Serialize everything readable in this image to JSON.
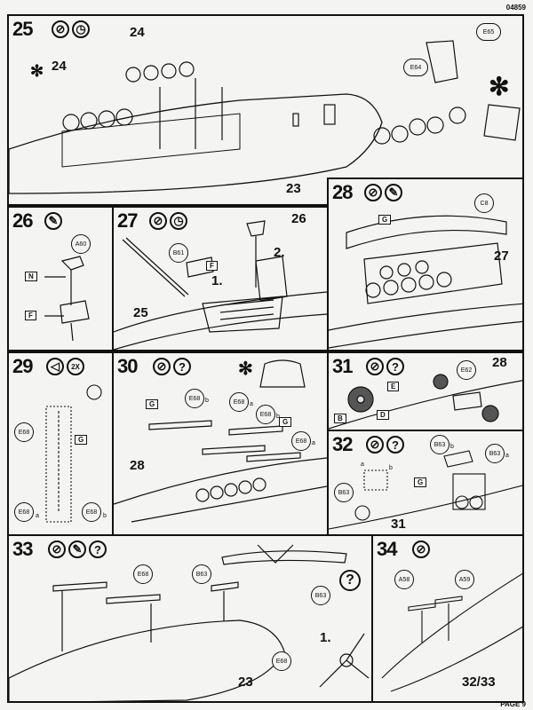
{
  "document": {
    "number": "04859",
    "page": "PAGE 9"
  },
  "steps": {
    "s25": {
      "num": "25",
      "labels": [
        "24",
        "24",
        "23"
      ],
      "parts": [
        "E65",
        "E64"
      ]
    },
    "s26": {
      "num": "26",
      "parts": [
        "A60"
      ],
      "flags": [
        "N",
        "F"
      ]
    },
    "s27": {
      "num": "27",
      "labels": [
        "26",
        "2.",
        "1.",
        "25"
      ],
      "parts": [
        "B61"
      ],
      "flags": [
        "F"
      ]
    },
    "s28": {
      "num": "28",
      "labels": [
        "27"
      ],
      "parts": [
        "C8"
      ],
      "flags": [
        "G"
      ]
    },
    "s29": {
      "num": "29",
      "multiplier": "2X",
      "parts": [
        "E68",
        "E68",
        "E68"
      ],
      "sub": [
        "a",
        "b"
      ],
      "flags": [
        "G"
      ]
    },
    "s30": {
      "num": "30",
      "labels": [
        "28"
      ],
      "parts": [
        "E68",
        "E68",
        "E68",
        "E68"
      ],
      "sub": [
        "b",
        "a",
        "b",
        "a"
      ],
      "flags": [
        "G",
        "G"
      ]
    },
    "s31": {
      "num": "31",
      "labels": [
        "28"
      ],
      "parts": [
        "E62"
      ],
      "flags": [
        "E",
        "B",
        "D"
      ]
    },
    "s32": {
      "num": "32",
      "labels": [
        "31"
      ],
      "parts": [
        "B63",
        "B63",
        "B63"
      ],
      "sub": [
        "b",
        "a"
      ],
      "letters": [
        "a",
        "b"
      ],
      "flags": [
        "G"
      ]
    },
    "s33": {
      "num": "33",
      "labels": [
        "23",
        "1."
      ],
      "parts": [
        "E68",
        "B63",
        "B63",
        "E68"
      ]
    },
    "s34": {
      "num": "34",
      "labels": [
        "32/33"
      ],
      "parts": [
        "A58",
        "A59"
      ]
    }
  },
  "icons": {
    "glue": "glue-icon",
    "clock": "clock-icon",
    "paint": "paint-icon",
    "question": "?",
    "asterisk": "✻"
  }
}
